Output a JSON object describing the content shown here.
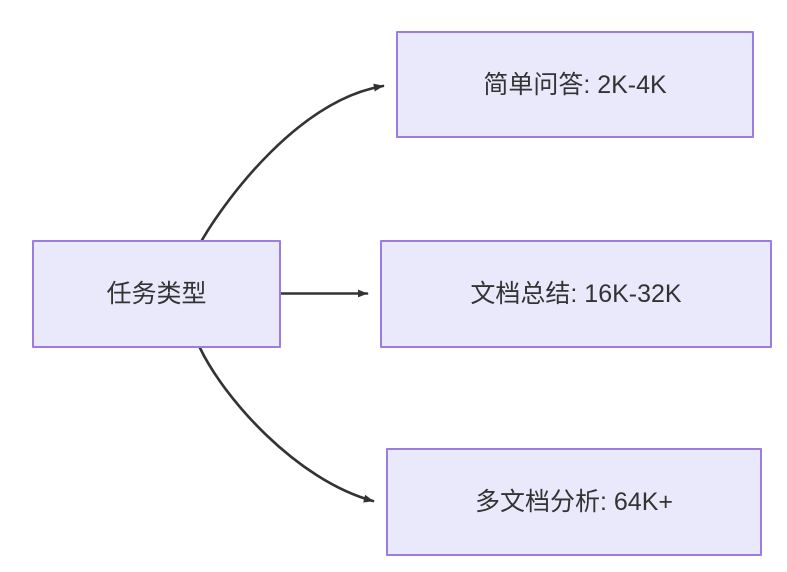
{
  "diagram": {
    "type": "flowchart",
    "direction": "left-to-right",
    "title": "",
    "theme": {
      "background": "#ffffff",
      "node_fill": "#eae8fb",
      "node_border": "#9d7ce0",
      "text_color": "#333333",
      "edge_color": "#333333"
    },
    "nodes": [
      {
        "id": "root",
        "label": "任务类型",
        "role": "source"
      },
      {
        "id": "simple-qa",
        "label": "简单问答: 2K-4K",
        "role": "target"
      },
      {
        "id": "doc-summary",
        "label": "文档总结: 16K-32K",
        "role": "target"
      },
      {
        "id": "multi-doc",
        "label": "多文档分析: 64K+",
        "role": "target"
      }
    ],
    "edges": [
      {
        "id": "edge-root-simple-qa",
        "from": "root",
        "to": "simple-qa",
        "label": "",
        "style": "curved-arrow"
      },
      {
        "id": "edge-root-doc-summary",
        "from": "root",
        "to": "doc-summary",
        "label": "",
        "style": "straight-arrow"
      },
      {
        "id": "edge-root-multi-doc",
        "from": "root",
        "to": "multi-doc",
        "label": "",
        "style": "curved-arrow"
      }
    ]
  }
}
